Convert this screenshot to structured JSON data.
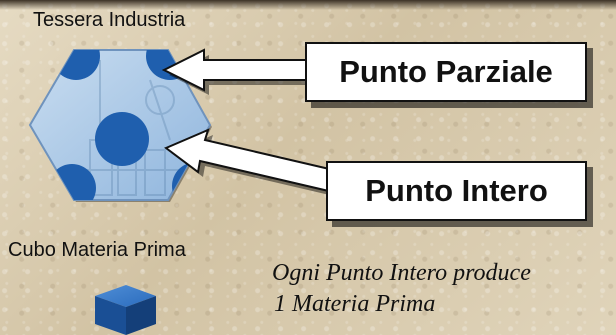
{
  "labels": {
    "tile_label": "Tessera Industria",
    "cube_label": "Cubo Materia Prima"
  },
  "callouts": {
    "partial_point": "Punto Parziale",
    "full_point": "Punto Intero"
  },
  "caption": {
    "line1": "Ogni Punto Intero produce",
    "line2": "1 Materia Prima"
  },
  "colors": {
    "tile": "#a9c8e4",
    "dot": "#1f5fae",
    "cube": "#1f63b8"
  },
  "icons": [
    "hex-tile-icon",
    "arrow-left-icon",
    "cube-icon"
  ]
}
